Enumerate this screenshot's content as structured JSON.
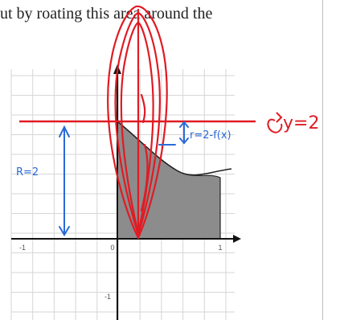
{
  "header_text": "ut by roating this area around the",
  "axes": {
    "x_ticks": [
      "-1",
      "0",
      "1"
    ],
    "y_ticks": [
      "-1"
    ]
  },
  "annotations": {
    "R_label": "R=2",
    "r_label": "r=2-f(x)",
    "line_label": "y=2"
  },
  "colors": {
    "annotation_red": "#e01b24",
    "annotation_blue": "#2a6ad8",
    "region_fill": "#8c8c8c",
    "grid": "#cfcfcf"
  }
}
